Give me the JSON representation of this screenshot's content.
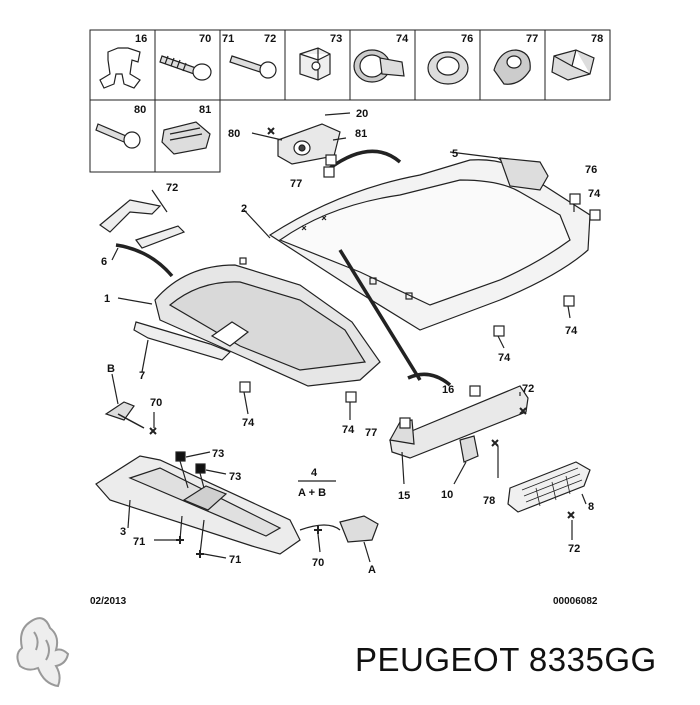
{
  "legend": {
    "row1": [
      "16",
      "70",
      "71",
      "72",
      "73",
      "74",
      "76",
      "77",
      "78"
    ],
    "row2": [
      "80",
      "81"
    ]
  },
  "labels": {
    "l20": "20",
    "l80": "80",
    "l81": "81",
    "l77a": "77",
    "l5": "5",
    "l76": "76",
    "l74a": "74",
    "l72a": "72",
    "l6": "6",
    "l2": "2",
    "l1": "1",
    "l7": "7",
    "l74b": "74",
    "l74c": "74",
    "l74d": "74",
    "l74e": "74",
    "lB": "B",
    "l70a": "70",
    "l16": "16",
    "l72b": "72",
    "l77b": "77",
    "l73a": "73",
    "l73b": "73",
    "l4": "4",
    "lAB": "A + B",
    "l15": "15",
    "l10": "10",
    "l78": "78",
    "l8": "8",
    "l72c": "72",
    "l3": "3",
    "l71a": "71",
    "l71b": "71",
    "l70b": "70",
    "lA": "A"
  },
  "footer": {
    "date": "02/2013",
    "ref": "00006082"
  },
  "brand": {
    "logo": "peugeot-lion-logo",
    "text": "PEUGEOT 8335GG"
  }
}
